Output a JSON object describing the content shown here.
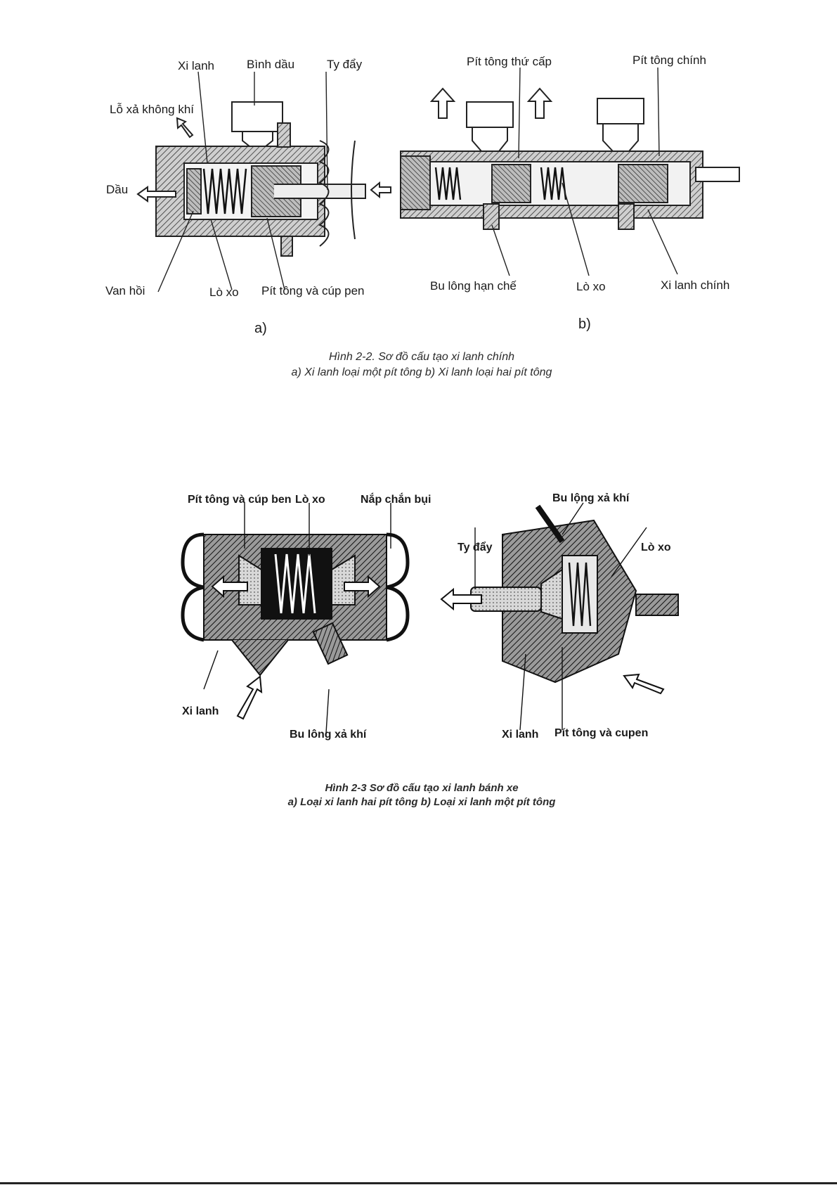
{
  "figure_2_2": {
    "a_labels": {
      "xi_lanh": "Xi lanh",
      "binh_dau": "Bình dầu",
      "ty_day": "Ty đẩy",
      "lo_xa_khong_khi": "Lỗ xả không khí",
      "dau": "Dầu",
      "van_hoi": "Van hồi",
      "lo_xo": "Lò xo",
      "pit_tong_cup_pen": "Pít tông và cúp pen"
    },
    "b_labels": {
      "pit_tong_thu_cap": "Pít tông thứ cấp",
      "pit_tong_chinh": "Pít tông chính",
      "bu_long_han_che": "Bu lông hạn chế",
      "lo_xo": "Lò xo",
      "xi_lanh_chinh": "Xi lanh chính"
    },
    "sub_a": "a)",
    "sub_b": "b)",
    "caption_line1": "Hình 2-2. Sơ đồ cấu tạo xi lanh chính",
    "caption_line2": "a) Xi lanh loại một pít tông    b)  Xi lanh loại hai pít tông"
  },
  "figure_2_3": {
    "a_labels": {
      "pit_tong_cup_ben": "Pít tông và cúp ben",
      "lo_xo": "Lò xo",
      "nap_chan_bui": "Nắp chắn bụi",
      "xi_lanh": "Xi lanh",
      "bu_long_xa_khi": "Bu lông xả khí"
    },
    "b_labels": {
      "bu_long_xa_khi": "Bu lộng xả khí",
      "ty_day": "Ty đẩy",
      "lo_xo": "Lò xo",
      "xi_lanh": "Xi lanh",
      "pit_tong_cupen": "Pít tông và cupen"
    },
    "caption_line1": "Hình 2-3  Sơ đồ cấu tạo xi lanh bánh xe",
    "caption_line2": "a) Loại xi lanh hai pít tông            b) Loại xi lanh một pít tông"
  }
}
